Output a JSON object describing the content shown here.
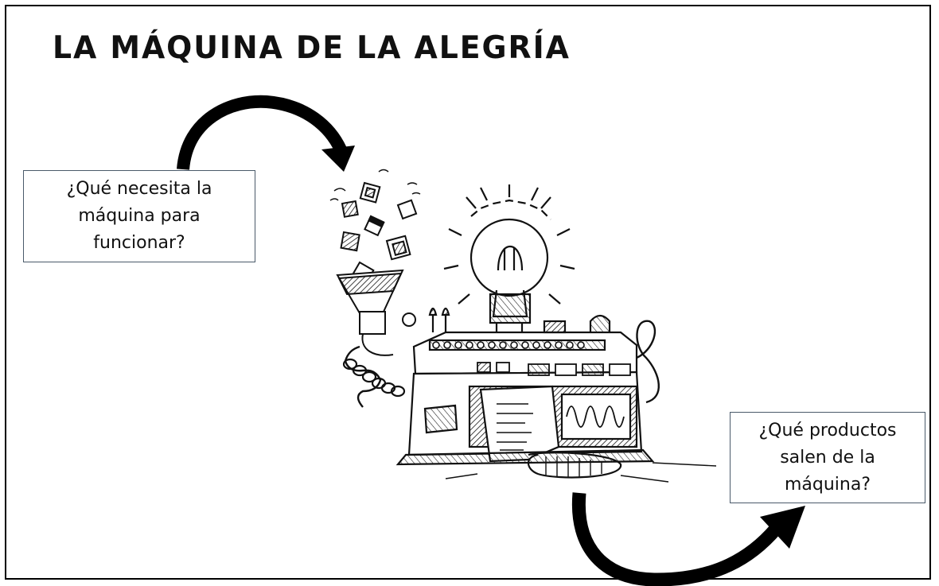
{
  "title": "LA MÁQUINA DE LA ALEGRÍA",
  "boxes": {
    "input_question": "¿Qué necesita la máquina para funcionar?",
    "output_question": "¿Qué productos salen de la máquina?"
  },
  "illustration": {
    "subject": "hand-drawn joy machine with light bulb, funnel and paper output",
    "icons": [
      "machine-illustration",
      "light-bulb-icon",
      "funnel-icon",
      "cube-icon",
      "curved-arrow-icon"
    ]
  },
  "colors": {
    "ink": "#111111",
    "box_border": "#4a5a6a",
    "background": "#ffffff"
  }
}
